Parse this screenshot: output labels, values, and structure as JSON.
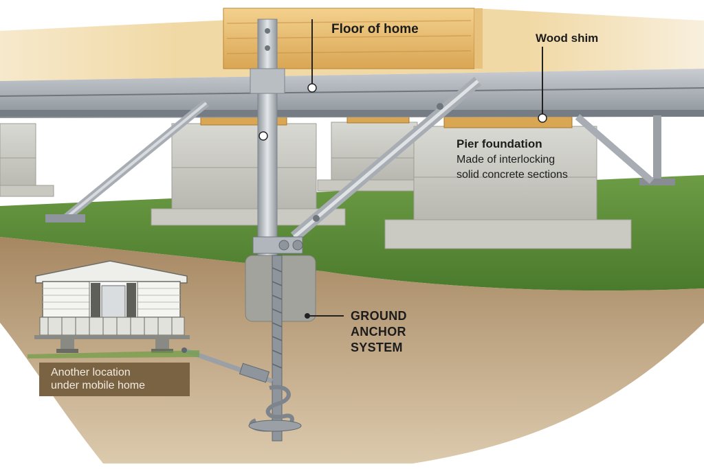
{
  "labels": {
    "floor": "Floor of home",
    "wood_shim": "Wood shim",
    "pier_title": "Pier foundation",
    "pier_sub_line1": "Made of interlocking",
    "pier_sub_line2": "solid concrete sections",
    "anchor_line1": "GROUND",
    "anchor_line2": "ANCHOR",
    "anchor_line3": "SYSTEM",
    "inset_line1": "Another location",
    "inset_line2": "under mobile home"
  },
  "colors": {
    "wood": "#e0b36a",
    "wood_dark": "#c9913f",
    "steel": "#b7bcc2",
    "steel_dark": "#7d848c",
    "concrete": "#cfcfc9",
    "concrete_dark": "#a9a9a2",
    "grass": "#5e8f3a",
    "soil": "#a88961",
    "inset_box": "#7a6342"
  }
}
